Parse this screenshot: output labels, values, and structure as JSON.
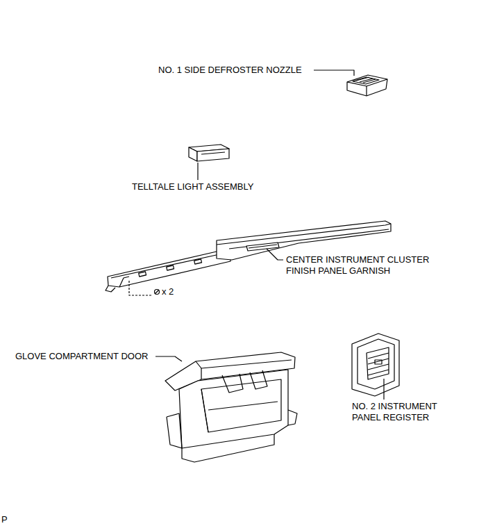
{
  "diagram": {
    "labels": [
      "NO. 1 SIDE DEFROSTER NOZZLE",
      "TELLTALE LIGHT ASSEMBLY",
      "CENTER INSTRUMENT CLUSTER FINISH PANEL GARNISH",
      "x 2",
      "GLOVE COMPARTMENT DOOR",
      "NO. 2 INSTRUMENT PANEL REGISTER",
      "P"
    ]
  }
}
